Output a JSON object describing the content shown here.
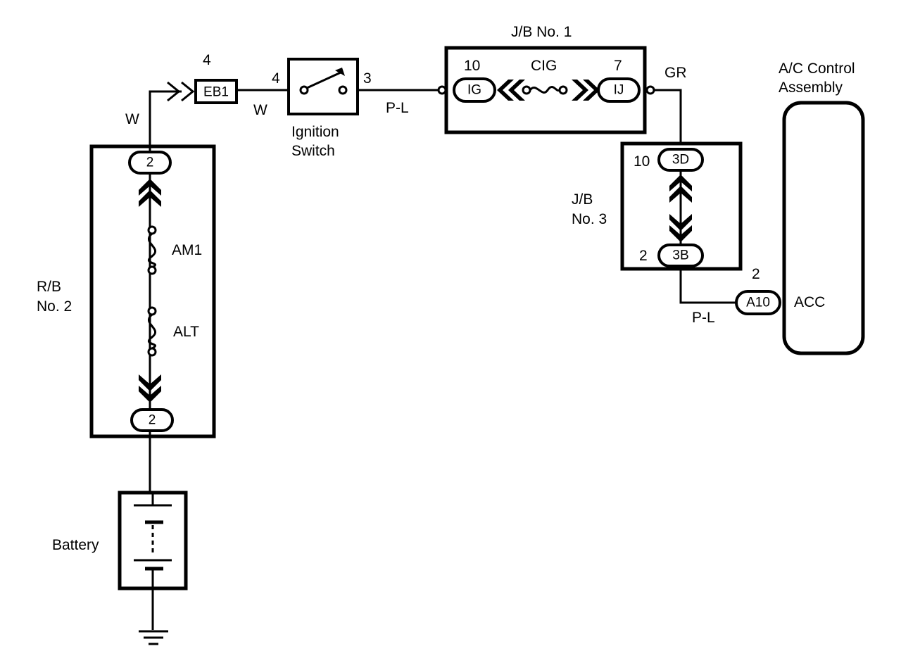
{
  "colors": {
    "line": "#000000",
    "background": "#ffffff"
  },
  "wires": {
    "w1": "W",
    "w2": "W",
    "pl1": "P-L",
    "gr": "GR",
    "pl2": "P-L"
  },
  "rb2": {
    "label_line1": "R/B",
    "label_line2": "No. 2",
    "top_connector": "2",
    "bottom_connector": "2",
    "fuse1": "AM1",
    "fuse2": "ALT"
  },
  "eb1": {
    "label": "EB1",
    "pin": "4"
  },
  "ignition_switch": {
    "label_line1": "Ignition",
    "label_line2": "Switch",
    "pin_in": "4",
    "pin_out": "3"
  },
  "jb1": {
    "title": "J/B No. 1",
    "left_pin": "10",
    "left_connector": "IG",
    "fuse": "CIG",
    "right_pin": "7",
    "right_connector": "IJ"
  },
  "jb3": {
    "label_line1": "J/B",
    "label_line2": "No. 3",
    "top_pin": "10",
    "top_connector": "3D",
    "bottom_pin": "2",
    "bottom_connector": "3B"
  },
  "ac": {
    "title_line1": "A/C Control",
    "title_line2": "Assembly",
    "pin": "2",
    "connector": "A10",
    "terminal": "ACC"
  },
  "battery": {
    "label": "Battery"
  },
  "icons": {
    "fuse": "fuse-icon",
    "ground": "ground-icon",
    "battery": "battery-icon",
    "switch": "switch-icon"
  }
}
